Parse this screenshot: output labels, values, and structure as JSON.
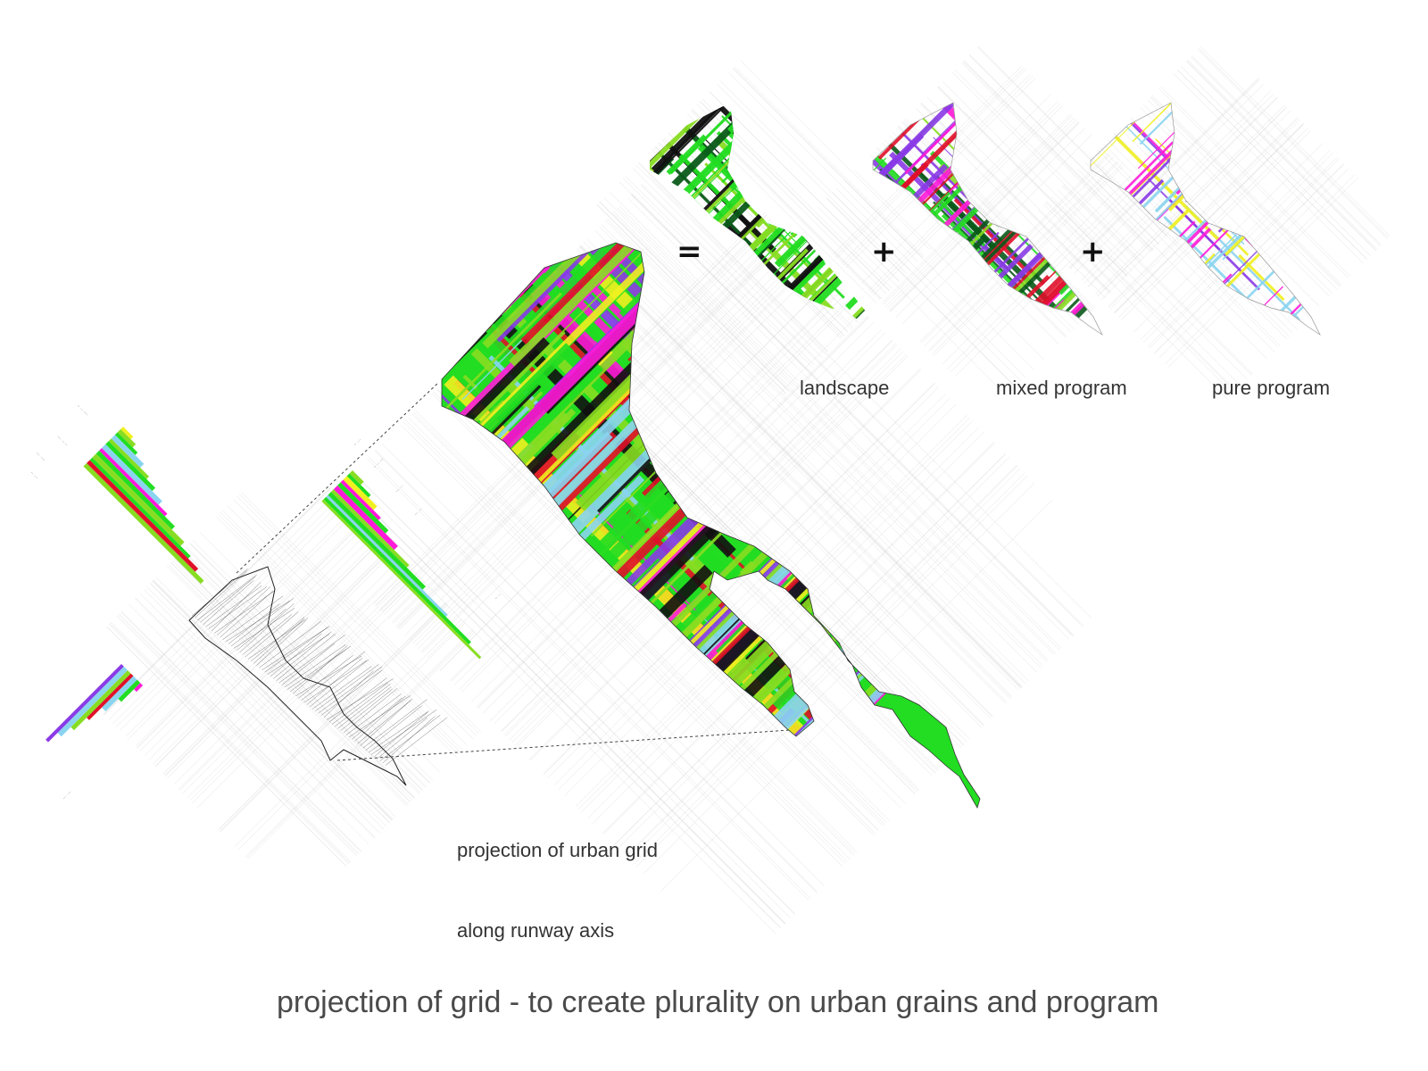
{
  "operators": {
    "equals": "=",
    "plus_1": "+",
    "plus_2": "+"
  },
  "labels": {
    "landscape": "landscape",
    "mixed_program": "mixed program",
    "pure_program": "pure program",
    "projection_line1": "projection of urban grid",
    "projection_line2": "along runway axis"
  },
  "caption": "projection of grid - to create plurality on urban grains and program",
  "colors": {
    "green": "#22dd22",
    "lime": "#88dd22",
    "light_blue": "#8ad4f0",
    "purple": "#8a3ae6",
    "magenta": "#ff1ad9",
    "red": "#e0102a",
    "yellow": "#f0f020",
    "black": "#111111",
    "dark_green": "#0b5a1a",
    "grid_gray": "#c8c8c8"
  }
}
